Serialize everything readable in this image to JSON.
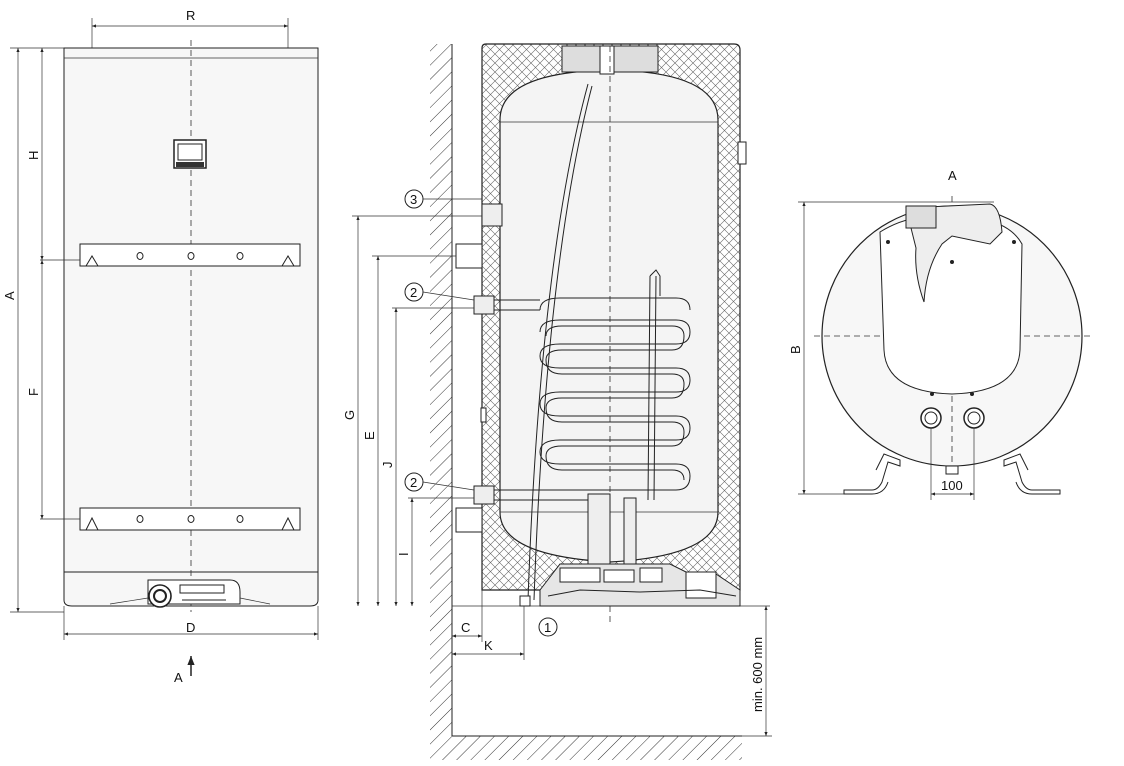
{
  "front_view": {
    "dimensions": {
      "R": "R",
      "H": "H",
      "A": "A",
      "F": "F",
      "D": "D"
    },
    "view_arrow_label": "A"
  },
  "side_view": {
    "dimensions": {
      "G": "G",
      "E": "E",
      "J": "J",
      "I": "I",
      "C": "C",
      "K": "K"
    },
    "callouts": {
      "c3": "3",
      "c2_upper": "2",
      "c2_lower": "2",
      "c1": "1"
    },
    "min_clearance": "min. 600 mm"
  },
  "top_view": {
    "title": "A",
    "dimensions": {
      "B": "B",
      "spacing": "100"
    }
  }
}
